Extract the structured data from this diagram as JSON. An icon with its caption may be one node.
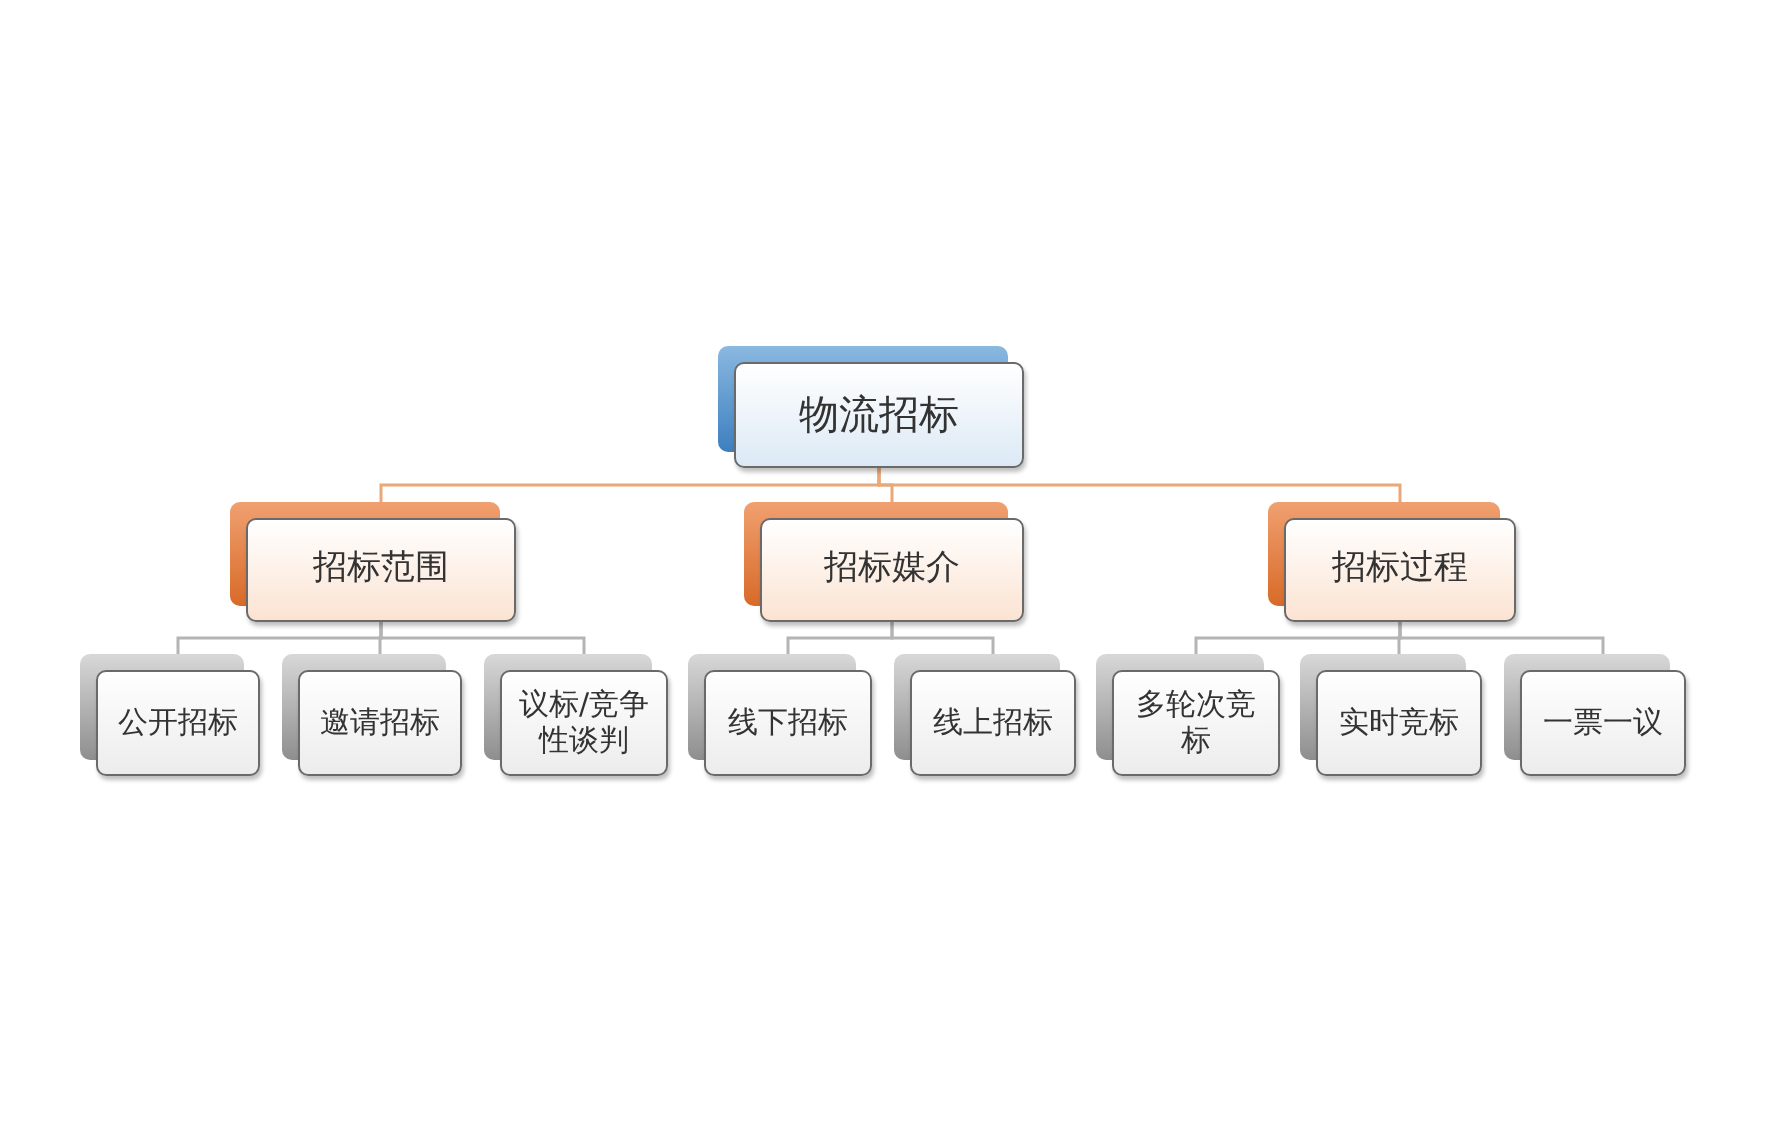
{
  "diagram": {
    "nodes": [
      {
        "text": [
          "物流招标"
        ]
      },
      {
        "text": [
          "招标范围"
        ]
      },
      {
        "text": [
          "招标媒介"
        ]
      },
      {
        "text": [
          "招标过程"
        ]
      },
      {
        "text": [
          "公开招标"
        ]
      },
      {
        "text": [
          "邀请招标"
        ]
      },
      {
        "text": [
          "议标/竞争性谈判"
        ]
      },
      {
        "text": [
          "线下招标"
        ]
      },
      {
        "text": [
          "线上招标"
        ]
      },
      {
        "text": [
          "多轮次竞标"
        ]
      },
      {
        "text": [
          "实时竞标"
        ]
      },
      {
        "text": [
          "一票一议"
        ]
      }
    ],
    "edges": [
      {
        "from": 0,
        "to": 1,
        "arrow": "none",
        "color": "#e8a878"
      },
      {
        "from": 0,
        "to": 2,
        "arrow": "none",
        "color": "#e8a878"
      },
      {
        "from": 0,
        "to": 3,
        "arrow": "none",
        "color": "#e8a878"
      },
      {
        "from": 1,
        "to": 4,
        "arrow": "none"
      },
      {
        "from": 1,
        "to": 5,
        "arrow": "none"
      },
      {
        "from": 1,
        "to": 6,
        "arrow": "none"
      },
      {
        "from": 2,
        "to": 7,
        "arrow": "none"
      },
      {
        "from": 2,
        "to": 8,
        "arrow": "none"
      },
      {
        "from": 3,
        "to": 9,
        "arrow": "none"
      },
      {
        "from": 3,
        "to": 10,
        "arrow": "none"
      },
      {
        "from": 3,
        "to": 11,
        "arrow": "none"
      }
    ]
  }
}
